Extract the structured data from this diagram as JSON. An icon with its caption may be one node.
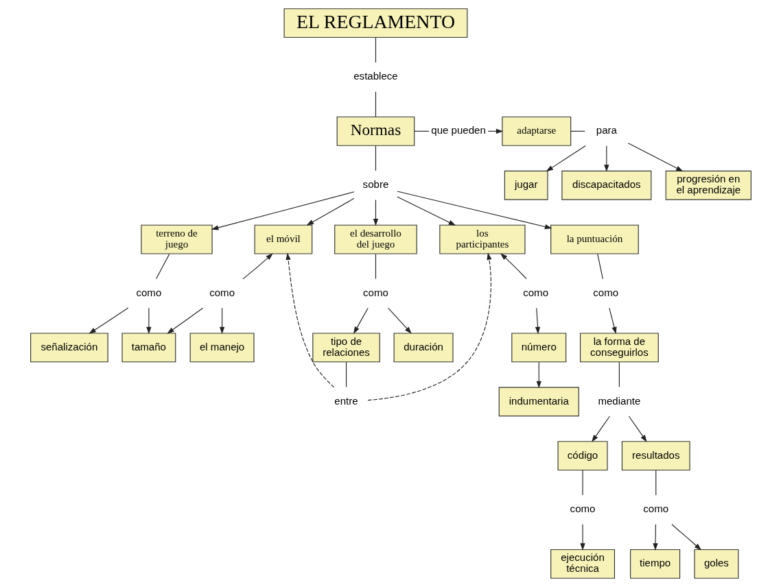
{
  "diagram": {
    "nodes": [
      {
        "text": [
          "EL REGLAMENTO"
        ]
      },
      {
        "text": [
          "establece"
        ]
      },
      {
        "text": [
          "Normas"
        ]
      },
      {
        "text": [
          "que pueden"
        ]
      },
      {
        "text": [
          "adaptarse"
        ]
      },
      {
        "text": [
          "para"
        ]
      },
      {
        "text": [
          "progresión en el aprendizaje"
        ]
      },
      {
        "text": [
          "jugar"
        ]
      },
      {
        "text": [
          "discapacitados"
        ]
      },
      {
        "text": [
          "sobre"
        ]
      },
      {
        "text": [
          "terreno de juego"
        ]
      },
      {
        "text": [
          "el móvil"
        ]
      },
      {
        "text": [
          "los participantes"
        ]
      },
      {
        "text": [
          "el desarrollo del juego"
        ]
      },
      {
        "text": [
          "la puntuación"
        ]
      },
      {
        "text": [
          "como"
        ]
      },
      {
        "text": [
          "como"
        ]
      },
      {
        "text": [
          "como"
        ]
      },
      {
        "text": [
          "como"
        ]
      },
      {
        "text": [
          "como"
        ]
      },
      {
        "text": [
          "señalización"
        ]
      },
      {
        "text": [
          "tamaño"
        ]
      },
      {
        "text": [
          "el manejo"
        ]
      },
      {
        "text": [
          "número"
        ]
      },
      {
        "text": [
          "duración"
        ]
      },
      {
        "text": [
          "tipo de relaciones"
        ]
      },
      {
        "text": [
          "la forma de conseguirlos"
        ]
      },
      {
        "text": [
          "indumentaria"
        ]
      },
      {
        "text": [
          "entre"
        ]
      },
      {
        "text": [
          "mediante"
        ]
      },
      {
        "text": [
          "código"
        ]
      },
      {
        "text": [
          "resultados"
        ]
      },
      {
        "text": [
          "como"
        ]
      },
      {
        "text": [
          "como"
        ]
      },
      {
        "text": [
          "ejecución técnica"
        ]
      },
      {
        "text": [
          "goles"
        ]
      },
      {
        "text": [
          "tiempo"
        ]
      }
    ],
    "edges": [
      {
        "from": 0,
        "to": 1,
        "arrow": "none"
      },
      {
        "from": 1,
        "to": 2,
        "arrow": "none"
      },
      {
        "from": 2,
        "to": 3,
        "arrow": "none"
      },
      {
        "from": 3,
        "to": 4,
        "arrow": "to"
      },
      {
        "from": 4,
        "to": 5,
        "arrow": "none"
      },
      {
        "from": 5,
        "to": 6,
        "arrow": "to"
      },
      {
        "from": 5,
        "to": 7,
        "arrow": "to"
      },
      {
        "from": 5,
        "to": 8,
        "arrow": "to"
      },
      {
        "from": 2,
        "to": 9,
        "arrow": "none"
      },
      {
        "from": 9,
        "to": 10,
        "arrow": "to"
      },
      {
        "from": 9,
        "to": 11,
        "arrow": "to"
      },
      {
        "from": 9,
        "to": 12,
        "arrow": "to"
      },
      {
        "from": 9,
        "to": 13,
        "arrow": "to"
      },
      {
        "from": 9,
        "to": 14,
        "arrow": "to"
      },
      {
        "from": 10,
        "to": 15,
        "arrow": "none"
      },
      {
        "from": 15,
        "to": 20,
        "arrow": "to"
      },
      {
        "from": 15,
        "to": 21,
        "arrow": "to"
      },
      {
        "from": 16,
        "to": 11,
        "arrow": "to"
      },
      {
        "from": 16,
        "to": 21,
        "arrow": "to"
      },
      {
        "from": 16,
        "to": 22,
        "arrow": "to"
      },
      {
        "from": 17,
        "to": 12,
        "arrow": "to"
      },
      {
        "from": 17,
        "to": 23,
        "arrow": "to"
      },
      {
        "from": 23,
        "to": 27,
        "arrow": "to"
      },
      {
        "from": 13,
        "to": 18,
        "arrow": "none"
      },
      {
        "from": 18,
        "to": 24,
        "arrow": "to"
      },
      {
        "from": 18,
        "to": 25,
        "arrow": "to"
      },
      {
        "from": 14,
        "to": 19,
        "arrow": "none"
      },
      {
        "from": 19,
        "to": 26,
        "arrow": "to"
      },
      {
        "from": 25,
        "to": 28,
        "arrow": "none"
      },
      {
        "from": 28,
        "to": 11,
        "arrow": "to",
        "style": "dashed"
      },
      {
        "from": 28,
        "to": 12,
        "arrow": "to",
        "style": "dashed"
      },
      {
        "from": 26,
        "to": 29,
        "arrow": "none"
      },
      {
        "from": 29,
        "to": 30,
        "arrow": "to"
      },
      {
        "from": 29,
        "to": 31,
        "arrow": "to"
      },
      {
        "from": 30,
        "to": 32,
        "arrow": "none"
      },
      {
        "from": 32,
        "to": 34,
        "arrow": "to"
      },
      {
        "from": 31,
        "to": 33,
        "arrow": "none"
      },
      {
        "from": 33,
        "to": 35,
        "arrow": "to"
      },
      {
        "from": 33,
        "to": 36,
        "arrow": "to"
      }
    ]
  }
}
